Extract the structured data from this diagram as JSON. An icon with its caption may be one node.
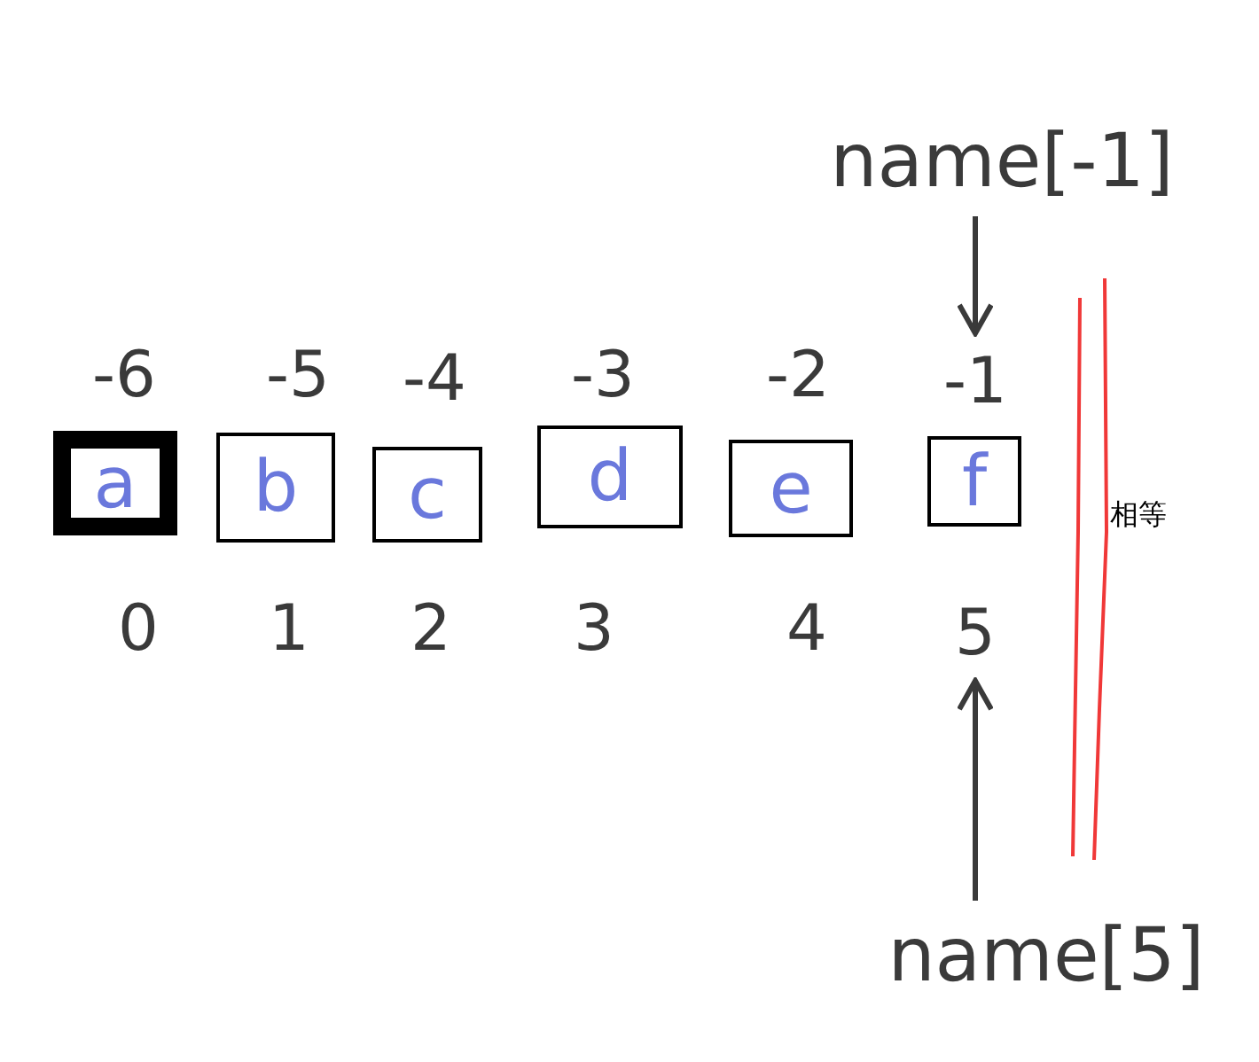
{
  "diagram": {
    "nodes": [
      {
        "text": [
          "a"
        ]
      },
      {
        "text": [
          "b"
        ]
      },
      {
        "text": [
          "c"
        ]
      },
      {
        "text": [
          "d"
        ]
      },
      {
        "text": [
          "e"
        ]
      },
      {
        "text": [
          "f"
        ]
      },
      {
        "text": [
          "name[-1]"
        ]
      },
      {
        "text": [
          "-1"
        ]
      },
      {
        "text": [
          "5"
        ]
      },
      {
        "text": [
          "name[5]"
        ]
      }
    ],
    "edges": [
      {
        "from": 6,
        "to": 7,
        "arrow": "to"
      },
      {
        "from": 9,
        "to": 8,
        "arrow": "to"
      }
    ],
    "labels": [
      "-6",
      "-5",
      "-4",
      "-3",
      "-2",
      "0",
      "1",
      "2",
      "3",
      "4",
      "相等"
    ]
  }
}
